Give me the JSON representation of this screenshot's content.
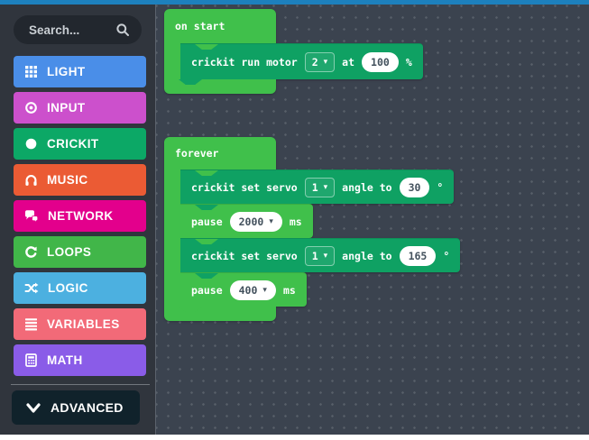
{
  "icons": {
    "dropdown_arrow": "▾"
  },
  "colors": {
    "top_bar": "#1d80bd",
    "sidebar_bg": "#30353d",
    "workspace_bg": "#3b434f",
    "block_green": "#40c04b",
    "block_teal": "#0fa163",
    "advanced_bg": "#10222b",
    "value_pill_bg": "#ffffff",
    "value_pill_text": "#44525e"
  },
  "sidebar": {
    "search": {
      "placeholder": "Search..."
    },
    "categories": [
      {
        "label": "LIGHT",
        "color": "#4a8ee8",
        "icon": "grid-icon"
      },
      {
        "label": "INPUT",
        "color": "#cc50cc",
        "icon": "target-icon"
      },
      {
        "label": "CRICKIT",
        "color": "#0ca866",
        "icon": "circle-icon"
      },
      {
        "label": "MUSIC",
        "color": "#eb5b34",
        "icon": "headphones-icon"
      },
      {
        "label": "NETWORK",
        "color": "#e3008c",
        "icon": "chat-icon"
      },
      {
        "label": "LOOPS",
        "color": "#41b649",
        "icon": "loop-icon"
      },
      {
        "label": "LOGIC",
        "color": "#4cb0e0",
        "icon": "shuffle-icon"
      },
      {
        "label": "VARIABLES",
        "color": "#f26a78",
        "icon": "bars-icon"
      },
      {
        "label": "MATH",
        "color": "#8a5ce8",
        "icon": "calculator-icon"
      }
    ],
    "advanced_label": "ADVANCED"
  },
  "workspace": {
    "on_start": {
      "label": "on start",
      "run_motor": {
        "text": "crickit run motor",
        "motor_value": "2",
        "at_label": "at",
        "speed_value": "100",
        "unit": "%"
      }
    },
    "forever": {
      "label": "forever",
      "set_servo_1": {
        "text": "crickit set servo",
        "servo_value": "1",
        "angle_label": "angle to",
        "angle_value": "30",
        "unit": "°"
      },
      "pause_1": {
        "text": "pause",
        "time_value": "2000",
        "unit": "ms"
      },
      "set_servo_2": {
        "text": "crickit set servo",
        "servo_value": "1",
        "angle_label": "angle to",
        "angle_value": "165",
        "unit": "°"
      },
      "pause_2": {
        "text": "pause",
        "time_value": "400",
        "unit": "ms"
      }
    }
  }
}
